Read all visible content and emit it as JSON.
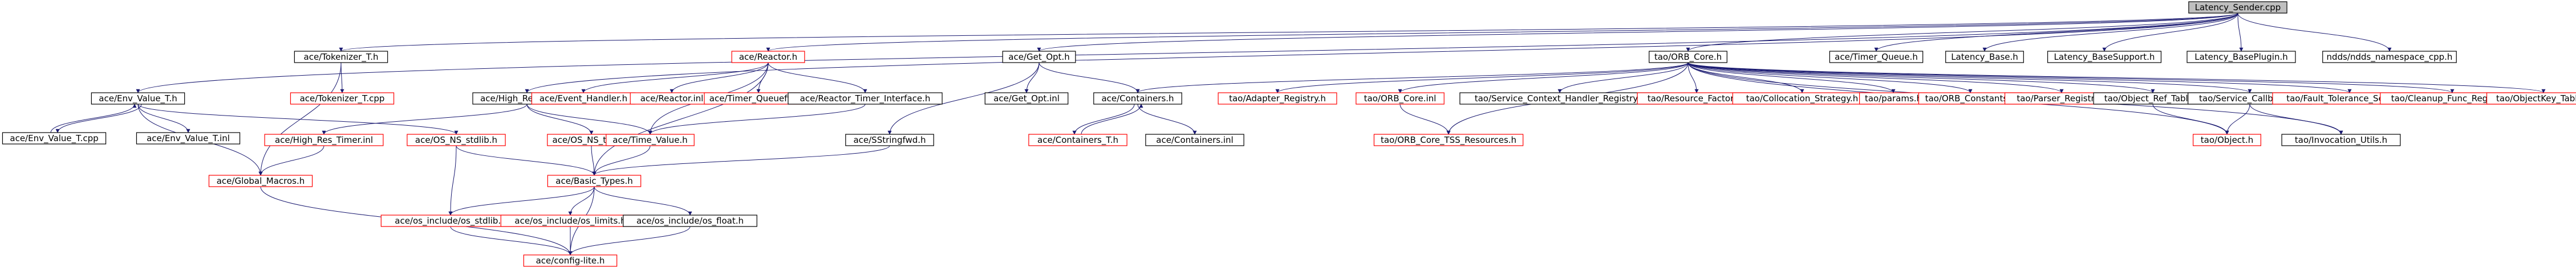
{
  "graph": {
    "title": "",
    "colors": {
      "edge": "#191970",
      "node_border_normal": "#000000",
      "node_border_missing": "#ff0000",
      "root_fill": "#bfbfbf",
      "node_fill": "#ffffff",
      "text": "#000000"
    },
    "nodes": [
      {
        "id": "root",
        "label": "Latency_Sender.cpp",
        "style": "root"
      },
      {
        "id": "ace_env_value_t_h",
        "label": "ace/Env_Value_T.h",
        "style": "normal"
      },
      {
        "id": "ace_tokenizer_t_h",
        "label": "ace/Tokenizer_T.h",
        "style": "normal"
      },
      {
        "id": "ace_high_res_timer_h",
        "label": "ace/High_Res_Timer.h",
        "style": "normal"
      },
      {
        "id": "ace_reactor_h",
        "label": "ace/Reactor.h",
        "style": "missing"
      },
      {
        "id": "ace_get_opt_h",
        "label": "ace/Get_Opt.h",
        "style": "normal"
      },
      {
        "id": "tao_orb_core_h",
        "label": "tao/ORB_Core.h",
        "style": "normal"
      },
      {
        "id": "ace_timer_queue_h",
        "label": "ace/Timer_Queue.h",
        "style": "normal"
      },
      {
        "id": "latency_base_h",
        "label": "Latency_Base.h",
        "style": "normal"
      },
      {
        "id": "latency_basesupport_h",
        "label": "Latency_BaseSupport.h",
        "style": "normal"
      },
      {
        "id": "latency_baseplugin_h",
        "label": "Latency_BasePlugin.h",
        "style": "normal"
      },
      {
        "id": "ndds_namespace_cpp_h",
        "label": "ndds/ndds_namespace_cpp.h",
        "style": "normal"
      },
      {
        "id": "ace_env_value_t_cpp",
        "label": "ace/Env_Value_T.cpp",
        "style": "normal"
      },
      {
        "id": "ace_env_value_t_inl",
        "label": "ace/Env_Value_T.inl",
        "style": "normal"
      },
      {
        "id": "ace_tokenizer_t_cpp",
        "label": "ace/Tokenizer_T.cpp",
        "style": "missing"
      },
      {
        "id": "ace_high_res_timer_inl",
        "label": "ace/High_Res_Timer.inl",
        "style": "missing"
      },
      {
        "id": "ace_os_ns_stdlib_h",
        "label": "ace/OS_NS_stdlib.h",
        "style": "missing"
      },
      {
        "id": "ace_os_ns_time_h",
        "label": "ace/OS_NS_time.h",
        "style": "missing"
      },
      {
        "id": "ace_event_handler_h",
        "label": "ace/Event_Handler.h",
        "style": "missing"
      },
      {
        "id": "ace_reactor_inl",
        "label": "ace/Reactor.inl",
        "style": "missing"
      },
      {
        "id": "ace_timer_queuefwd_h",
        "label": "ace/Timer_Queuefwd.h",
        "style": "missing"
      },
      {
        "id": "ace_reactor_timer_interface_h",
        "label": "ace/Reactor_Timer_Interface.h",
        "style": "normal"
      },
      {
        "id": "ace_time_value_h",
        "label": "ace/Time_Value.h",
        "style": "missing"
      },
      {
        "id": "ace_global_macros_h",
        "label": "ace/Global_Macros.h",
        "style": "missing"
      },
      {
        "id": "ace_basic_types_h",
        "label": "ace/Basic_Types.h",
        "style": "missing"
      },
      {
        "id": "ace_sstringfwd_h",
        "label": "ace/SStringfwd.h",
        "style": "normal"
      },
      {
        "id": "ace_get_opt_inl",
        "label": "ace/Get_Opt.inl",
        "style": "normal"
      },
      {
        "id": "ace_containers_h",
        "label": "ace/Containers.h",
        "style": "normal"
      },
      {
        "id": "ace_containers_t_h",
        "label": "ace/Containers_T.h",
        "style": "missing"
      },
      {
        "id": "ace_containers_inl",
        "label": "ace/Containers.inl",
        "style": "normal"
      },
      {
        "id": "tao_adapter_registry_h",
        "label": "tao/Adapter_Registry.h",
        "style": "missing"
      },
      {
        "id": "tao_orb_core_inl",
        "label": "tao/ORB_Core.inl",
        "style": "missing"
      },
      {
        "id": "tao_service_context_handler_registry_h",
        "label": "tao/Service_Context_Handler_Registry.h",
        "style": "normal"
      },
      {
        "id": "tao_resource_factory_h",
        "label": "tao/Resource_Factory.h",
        "style": "missing"
      },
      {
        "id": "tao_collocation_strategy_h",
        "label": "tao/Collocation_Strategy.h",
        "style": "missing"
      },
      {
        "id": "tao_params_h",
        "label": "tao/params.h",
        "style": "missing"
      },
      {
        "id": "tao_orb_constants_h",
        "label": "tao/ORB_Constants.h",
        "style": "missing"
      },
      {
        "id": "tao_parser_registry_h",
        "label": "tao/Parser_Registry.h",
        "style": "missing"
      },
      {
        "id": "tao_object_ref_table_h",
        "label": "tao/Object_Ref_Table.h",
        "style": "normal"
      },
      {
        "id": "tao_service_callbacks_h",
        "label": "tao/Service_Callbacks.h",
        "style": "normal"
      },
      {
        "id": "tao_fault_tolerance_service_h",
        "label": "tao/Fault_Tolerance_Service.h",
        "style": "missing"
      },
      {
        "id": "tao_cleanup_func_registry_h",
        "label": "tao/Cleanup_Func_Registry.h",
        "style": "missing"
      },
      {
        "id": "tao_objectkey_table_h",
        "label": "tao/ObjectKey_Table.h",
        "style": "missing"
      },
      {
        "id": "tao_orb_core_tss_resources_h",
        "label": "tao/ORB_Core_TSS_Resources.h",
        "style": "missing"
      },
      {
        "id": "tao_object_h",
        "label": "tao/Object.h",
        "style": "missing"
      },
      {
        "id": "tao_invocation_utils_h",
        "label": "tao/Invocation_Utils.h",
        "style": "normal"
      },
      {
        "id": "ace_os_include_os_stdlib_h",
        "label": "ace/os_include/os_stdlib.h",
        "style": "missing"
      },
      {
        "id": "ace_os_include_os_limits_h",
        "label": "ace/os_include/os_limits.h",
        "style": "missing"
      },
      {
        "id": "ace_os_include_os_float_h",
        "label": "ace/os_include/os_float.h",
        "style": "normal"
      },
      {
        "id": "ace_config_lite_h",
        "label": "ace/config-lite.h",
        "style": "missing"
      }
    ],
    "edges": [
      [
        "root",
        "ace_env_value_t_h"
      ],
      [
        "root",
        "ace_tokenizer_t_h"
      ],
      [
        "root",
        "ace_high_res_timer_h"
      ],
      [
        "root",
        "ace_reactor_h"
      ],
      [
        "root",
        "ace_get_opt_h"
      ],
      [
        "root",
        "tao_orb_core_h"
      ],
      [
        "root",
        "ace_timer_queue_h"
      ],
      [
        "root",
        "latency_base_h"
      ],
      [
        "root",
        "latency_basesupport_h"
      ],
      [
        "root",
        "latency_baseplugin_h"
      ],
      [
        "root",
        "ndds_namespace_cpp_h"
      ],
      [
        "ace_env_value_t_h",
        "ace_env_value_t_cpp"
      ],
      [
        "ace_env_value_t_cpp",
        "ace_env_value_t_h"
      ],
      [
        "ace_env_value_t_h",
        "ace_env_value_t_inl"
      ],
      [
        "ace_env_value_t_h",
        "ace_global_macros_h"
      ],
      [
        "ace_env_value_t_h",
        "ace_os_ns_stdlib_h"
      ],
      [
        "ace_tokenizer_t_h",
        "ace_tokenizer_t_cpp"
      ],
      [
        "ace_tokenizer_t_h",
        "ace_global_macros_h"
      ],
      [
        "ace_high_res_timer_h",
        "ace_high_res_timer_inl"
      ],
      [
        "ace_high_res_timer_h",
        "ace_time_value_h"
      ],
      [
        "ace_high_res_timer_h",
        "ace_os_ns_time_h"
      ],
      [
        "ace_high_res_timer_inl",
        "ace_global_macros_h"
      ],
      [
        "ace_os_ns_stdlib_h",
        "ace_basic_types_h"
      ],
      [
        "ace_os_ns_stdlib_h",
        "ace_os_include_os_stdlib_h"
      ],
      [
        "ace_os_ns_time_h",
        "ace_basic_types_h"
      ],
      [
        "ace_reactor_h",
        "ace_event_handler_h"
      ],
      [
        "ace_reactor_h",
        "ace_reactor_inl"
      ],
      [
        "ace_reactor_h",
        "ace_timer_queuefwd_h"
      ],
      [
        "ace_reactor_h",
        "ace_reactor_timer_interface_h"
      ],
      [
        "ace_reactor_h",
        "ace_time_value_h"
      ],
      [
        "ace_reactor_h",
        "ace_basic_types_h"
      ],
      [
        "ace_reactor_timer_interface_h",
        "ace_time_value_h"
      ],
      [
        "ace_time_value_h",
        "ace_basic_types_h"
      ],
      [
        "ace_global_macros_h",
        "ace_config_lite_h"
      ],
      [
        "ace_basic_types_h",
        "ace_os_include_os_stdlib_h"
      ],
      [
        "ace_basic_types_h",
        "ace_os_include_os_limits_h"
      ],
      [
        "ace_basic_types_h",
        "ace_os_include_os_float_h"
      ],
      [
        "ace_basic_types_h",
        "ace_config_lite_h"
      ],
      [
        "ace_os_include_os_stdlib_h",
        "ace_config_lite_h"
      ],
      [
        "ace_os_include_os_limits_h",
        "ace_config_lite_h"
      ],
      [
        "ace_os_include_os_float_h",
        "ace_config_lite_h"
      ],
      [
        "ace_get_opt_h",
        "ace_sstringfwd_h"
      ],
      [
        "ace_get_opt_h",
        "ace_get_opt_inl"
      ],
      [
        "ace_get_opt_h",
        "ace_containers_h"
      ],
      [
        "ace_sstringfwd_h",
        "ace_basic_types_h"
      ],
      [
        "ace_containers_h",
        "ace_containers_t_h"
      ],
      [
        "ace_containers_t_h",
        "ace_containers_h"
      ],
      [
        "ace_containers_h",
        "ace_containers_inl"
      ],
      [
        "tao_orb_core_h",
        "tao_adapter_registry_h"
      ],
      [
        "tao_orb_core_h",
        "tao_orb_core_inl"
      ],
      [
        "tao_orb_core_h",
        "tao_service_context_handler_registry_h"
      ],
      [
        "tao_orb_core_h",
        "tao_resource_factory_h"
      ],
      [
        "tao_orb_core_h",
        "tao_collocation_strategy_h"
      ],
      [
        "tao_orb_core_h",
        "tao_params_h"
      ],
      [
        "tao_orb_core_h",
        "tao_orb_constants_h"
      ],
      [
        "tao_orb_core_h",
        "tao_parser_registry_h"
      ],
      [
        "tao_orb_core_h",
        "tao_object_ref_table_h"
      ],
      [
        "tao_orb_core_h",
        "tao_service_callbacks_h"
      ],
      [
        "tao_orb_core_h",
        "tao_fault_tolerance_service_h"
      ],
      [
        "tao_orb_core_h",
        "tao_cleanup_func_registry_h"
      ],
      [
        "tao_orb_core_h",
        "tao_objectkey_table_h"
      ],
      [
        "tao_orb_core_h",
        "tao_orb_core_tss_resources_h"
      ],
      [
        "tao_orb_core_h",
        "tao_object_h"
      ],
      [
        "tao_orb_core_h",
        "tao_invocation_utils_h"
      ],
      [
        "tao_orb_core_h",
        "ace_containers_h"
      ],
      [
        "tao_orb_core_inl",
        "tao_orb_core_tss_resources_h"
      ],
      [
        "tao_object_ref_table_h",
        "tao_object_h"
      ],
      [
        "tao_service_callbacks_h",
        "tao_object_h"
      ],
      [
        "tao_service_callbacks_h",
        "tao_invocation_utils_h"
      ]
    ]
  }
}
